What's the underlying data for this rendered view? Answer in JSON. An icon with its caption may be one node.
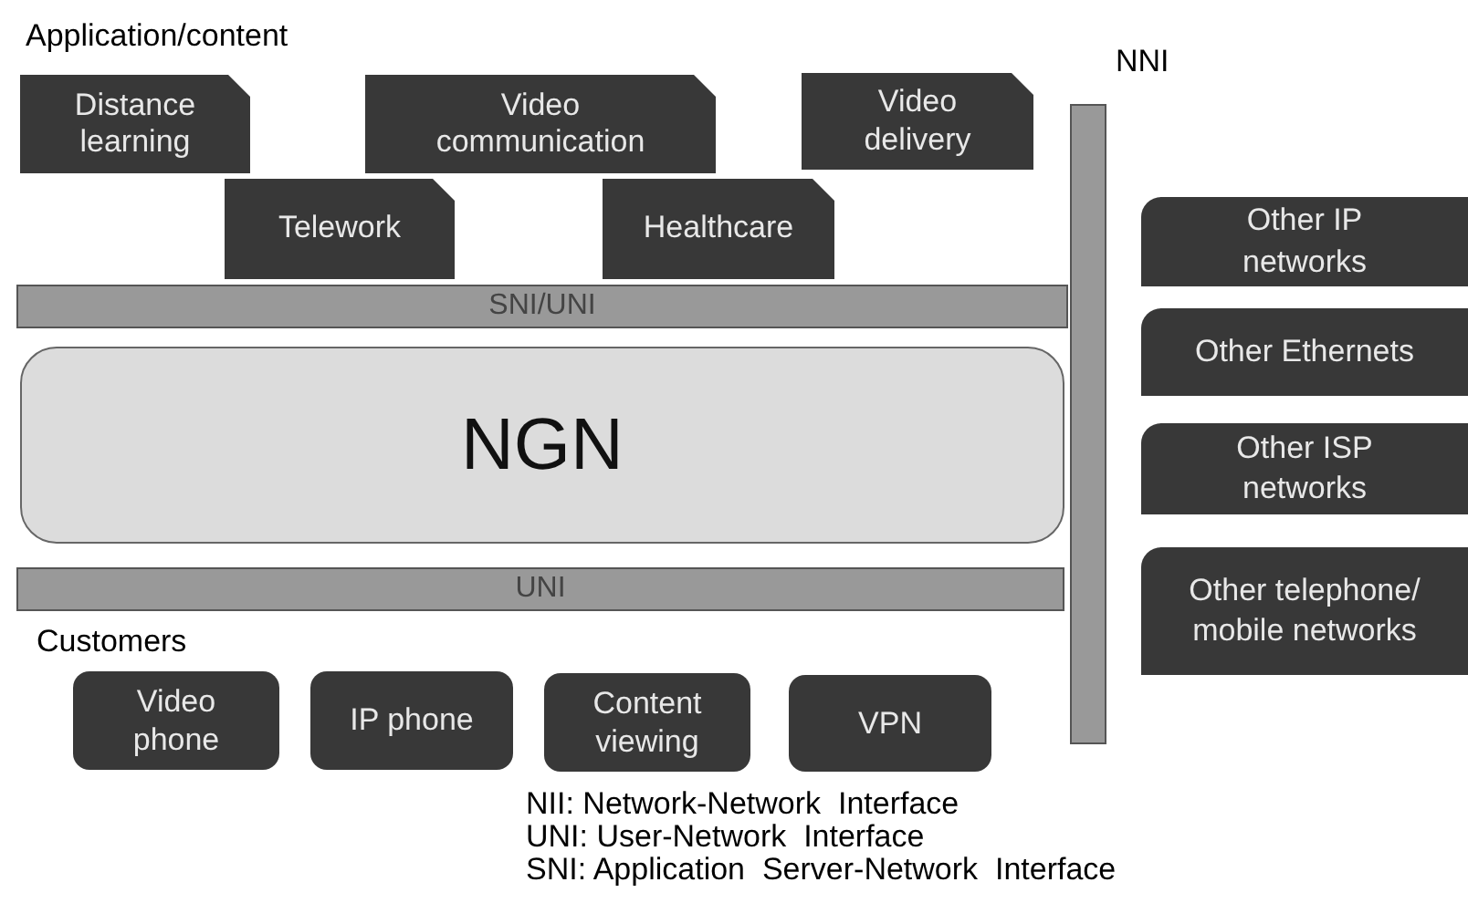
{
  "diagram": {
    "nodes": [
      {
        "text": [
          "Distance learning"
        ]
      },
      {
        "text": [
          "Video communication"
        ]
      },
      {
        "text": [
          "Video delivery"
        ]
      },
      {
        "text": [
          "Telework"
        ]
      },
      {
        "text": [
          "Healthcare"
        ]
      },
      {
        "text": [
          "SNI/UNI"
        ]
      },
      {
        "text": [
          "NGN"
        ]
      },
      {
        "text": [
          "UNI"
        ]
      },
      {
        "text": [
          "Video phone"
        ]
      },
      {
        "text": [
          "IP phone"
        ]
      },
      {
        "text": [
          "Content viewing"
        ]
      },
      {
        "text": [
          "VPN"
        ]
      },
      {
        "text": [
          "NNI"
        ]
      },
      {
        "text": [
          "Other IP networks"
        ]
      },
      {
        "text": [
          "Other Ethernets"
        ]
      },
      {
        "text": [
          "Other ISP networks"
        ]
      },
      {
        "text": [
          "Other telephone/ mobile networks"
        ]
      }
    ],
    "labels": [
      "Application/content",
      "Customers",
      "NII: Network-Network  Interface",
      "UNI: User-Network  Interface",
      "SNI: Application  Server-Network  Interface"
    ]
  }
}
